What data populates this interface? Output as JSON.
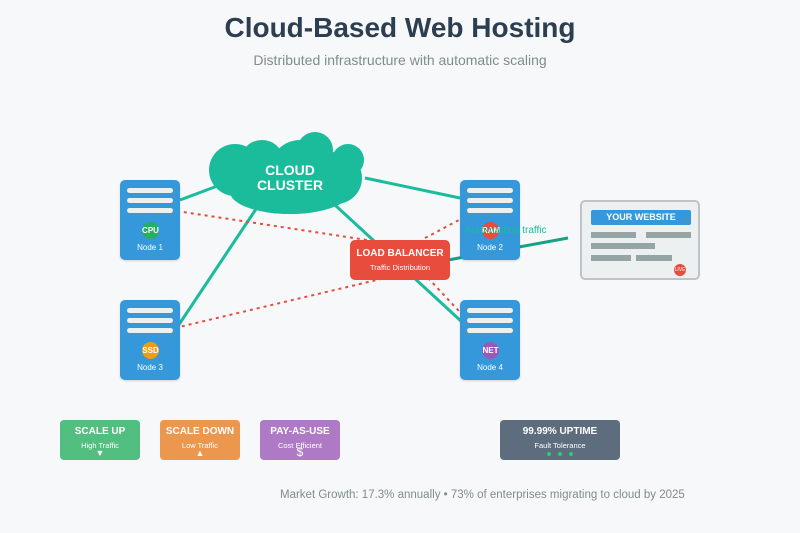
{
  "header": {
    "title": "Cloud-Based Web Hosting",
    "subtitle": "Distributed infrastructure with automatic scaling"
  },
  "cloud": {
    "line1": "CLOUD",
    "line2": "CLUSTER",
    "color": "#1abc9c"
  },
  "nodes": [
    {
      "label": "Node 1",
      "chip": "CPU",
      "chip_color": "#27ae60"
    },
    {
      "label": "Node 2",
      "chip": "RAM",
      "chip_color": "#e74c3c"
    },
    {
      "label": "Node 3",
      "chip": "SSD",
      "chip_color": "#f39c12"
    },
    {
      "label": "Node 4",
      "chip": "NET",
      "chip_color": "#9b59b6"
    }
  ],
  "load_balancer": {
    "title": "LOAD BALANCER",
    "subtitle": "Traffic Distribution",
    "color": "#e74c3c"
  },
  "website": {
    "header": "YOUR WEBSITE",
    "badge": "LIVE"
  },
  "traffic_label": "Auto-routing traffic",
  "features": [
    {
      "title": "SCALE UP",
      "subtitle": "High Traffic",
      "symbol": "▼",
      "color": "#52be80"
    },
    {
      "title": "SCALE DOWN",
      "subtitle": "Low Traffic",
      "symbol": "▲",
      "color": "#eb984e"
    },
    {
      "title": "PAY-AS-USE",
      "subtitle": "Cost Efficient",
      "symbol": "$",
      "color": "#af7ac5"
    }
  ],
  "uptime": {
    "title": "99.99% UPTIME",
    "subtitle": "Fault Tolerance",
    "color": "#5d6d7e"
  },
  "footer": "Market Growth: 17.3% annually • 73% of enterprises migrating to cloud by 2025"
}
